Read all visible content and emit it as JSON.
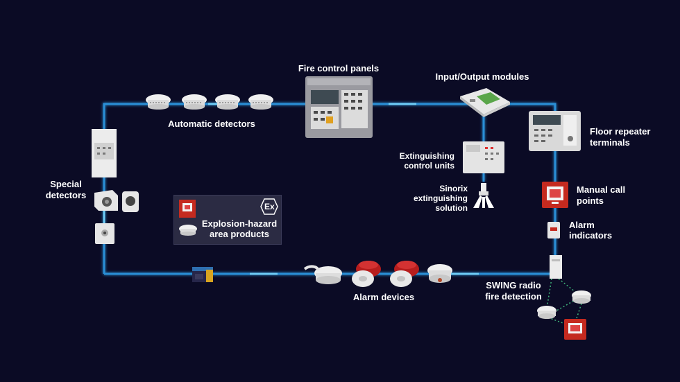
{
  "labels": {
    "fire_control_panels": "Fire control panels",
    "io_modules": "Input/Output modules",
    "automatic_detectors": "Automatic detectors",
    "floor_repeater_line1": "Floor repeater",
    "floor_repeater_line2": "terminals",
    "special_detectors_line1": "Special",
    "special_detectors_line2": "detectors",
    "extinguishing_line1": "Extinguishing",
    "extinguishing_line2": "control units",
    "sinorix_line1": "Sinorix",
    "sinorix_line2": "extinguishing",
    "sinorix_line3": "solution",
    "manual_call_line1": "Manual call",
    "manual_call_line2": "points",
    "explosion_line1": "Explosion-hazard",
    "explosion_line2": "area products",
    "alarm_indicators_line1": "Alarm",
    "alarm_indicators_line2": "indicators",
    "alarm_devices": "Alarm devices",
    "swing_line1": "SWING radio",
    "swing_line2": "fire detection",
    "ex_symbol": "Ex"
  },
  "colors": {
    "background": "#0b0b25",
    "loop_line": "#2a8fd6",
    "loop_glow": "#59c8ff",
    "radio_link": "#3fb37a",
    "device_white": "#e8e8e8",
    "alarm_red": "#c42a1f"
  },
  "icons": [
    "fire-control-panel-icon",
    "io-module-icon",
    "smoke-detector-icon",
    "repeater-terminal-icon",
    "special-detector-icon",
    "extinguishing-unit-icon",
    "sinorix-nozzle-icon",
    "manual-call-point-icon",
    "alarm-indicator-icon",
    "sounder-icon",
    "radio-gateway-icon",
    "ex-symbol-icon",
    "interface-module-icon"
  ]
}
